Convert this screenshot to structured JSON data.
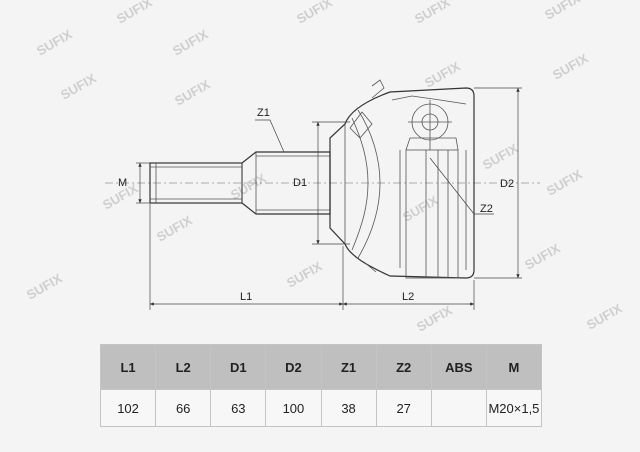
{
  "watermark": {
    "brand": "SUFIX"
  },
  "drawing": {
    "labels": {
      "M": "M",
      "L1": "L1",
      "L2": "L2",
      "D1": "D1",
      "D2": "D2",
      "Z1": "Z1",
      "Z2": "Z2"
    }
  },
  "specs": {
    "headers": [
      "L1",
      "L2",
      "D1",
      "D2",
      "Z1",
      "Z2",
      "ABS",
      "M"
    ],
    "values": [
      "102",
      "66",
      "63",
      "100",
      "38",
      "27",
      "",
      "M20×1,5"
    ]
  }
}
